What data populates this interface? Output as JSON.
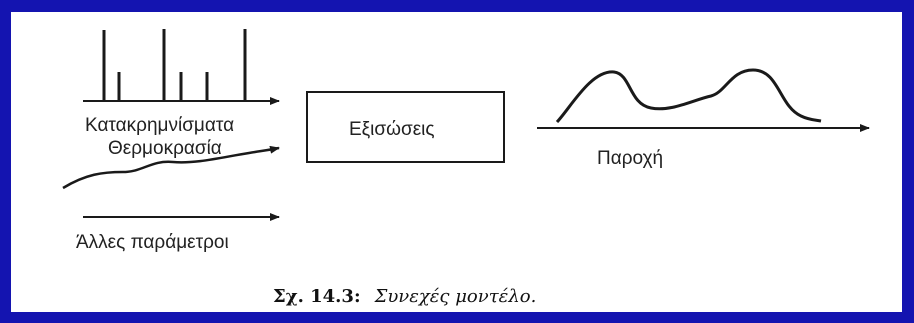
{
  "inputs": {
    "rainfall_label": "Κατακρημνίσματα",
    "temperature_label": "Θερμοκρασία",
    "other_label": "Άλλες παράμετροι"
  },
  "model": {
    "box_label": "Εξισώσεις"
  },
  "output": {
    "discharge_label": "Παροχή"
  },
  "caption": {
    "number": "Σχ. 14.3:",
    "text": "Συνεχές μοντέλο."
  },
  "colors": {
    "frame": "#1414b0",
    "panel": "#ffffff",
    "ink": "#1a1a1a"
  }
}
